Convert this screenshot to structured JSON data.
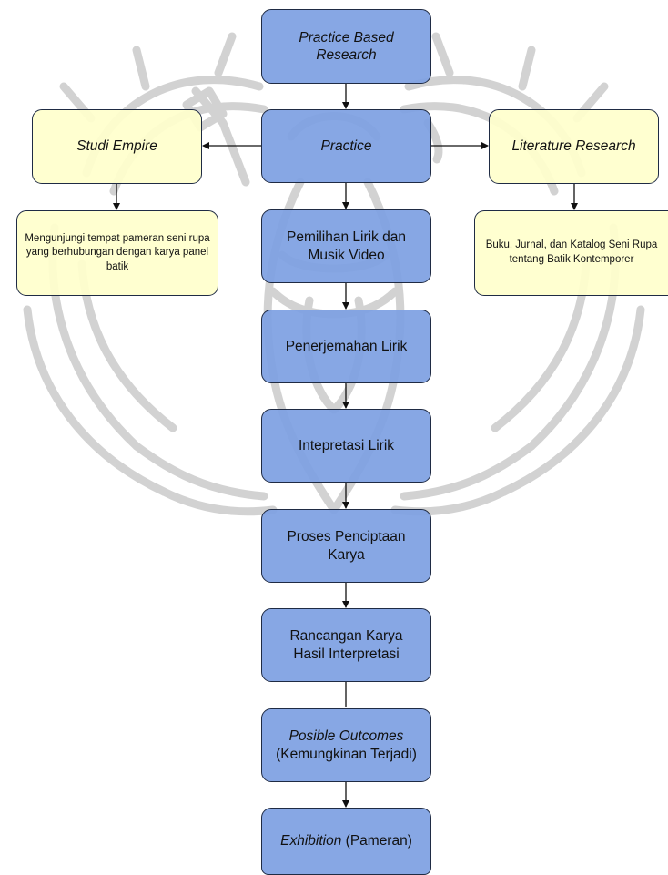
{
  "diagram": {
    "nodes": {
      "practice_based_research": {
        "label": "Practice Based Research"
      },
      "practice": {
        "label": "Practice"
      },
      "studi_empire": {
        "label": "Studi Empire"
      },
      "literature_research": {
        "label": "Literature Research"
      },
      "studi_empire_detail": {
        "label": "Mengunjungi tempat pameran seni rupa yang berhubungan dengan karya panel batik"
      },
      "literature_detail": {
        "label": "Buku, Jurnal, dan Katalog Seni Rupa tentang Batik Kontemporer"
      },
      "pemilihan": {
        "label": "Pemilihan Lirik dan Musik Video"
      },
      "penerjemahan": {
        "label": "Penerjemahan Lirik"
      },
      "intepretasi": {
        "label": "Intepretasi Lirik"
      },
      "proses": {
        "label": "Proses Penciptaan Karya"
      },
      "rancangan": {
        "label": "Rancangan Karya Hasil Interpretasi"
      },
      "posible_outcomes": {
        "label_italic": "Posible Outcomes",
        "label_rest": "(Kemungkinan Terjadi)"
      },
      "exhibition": {
        "label_italic": "Exhibition",
        "label_rest": "(Pameran)"
      }
    },
    "edges": [
      {
        "from": "practice_based_research",
        "to": "practice",
        "arrow": true
      },
      {
        "from": "practice",
        "to": "studi_empire",
        "arrow": true
      },
      {
        "from": "practice",
        "to": "literature_research",
        "arrow": true
      },
      {
        "from": "studi_empire",
        "to": "studi_empire_detail",
        "arrow": true
      },
      {
        "from": "literature_research",
        "to": "literature_detail",
        "arrow": true
      },
      {
        "from": "practice",
        "to": "pemilihan",
        "arrow": true
      },
      {
        "from": "pemilihan",
        "to": "penerjemahan",
        "arrow": true
      },
      {
        "from": "penerjemahan",
        "to": "intepretasi",
        "arrow": true
      },
      {
        "from": "intepretasi",
        "to": "proses",
        "arrow": true
      },
      {
        "from": "proses",
        "to": "rancangan",
        "arrow": true
      },
      {
        "from": "rancangan",
        "to": "posible_outcomes",
        "arrow": false
      },
      {
        "from": "posible_outcomes",
        "to": "exhibition",
        "arrow": true
      }
    ],
    "colors": {
      "process_fill": "#7ea0e2",
      "input_fill": "#ffffcc",
      "stroke": "#1f2b44",
      "watermark": "#bdbdbd"
    }
  }
}
